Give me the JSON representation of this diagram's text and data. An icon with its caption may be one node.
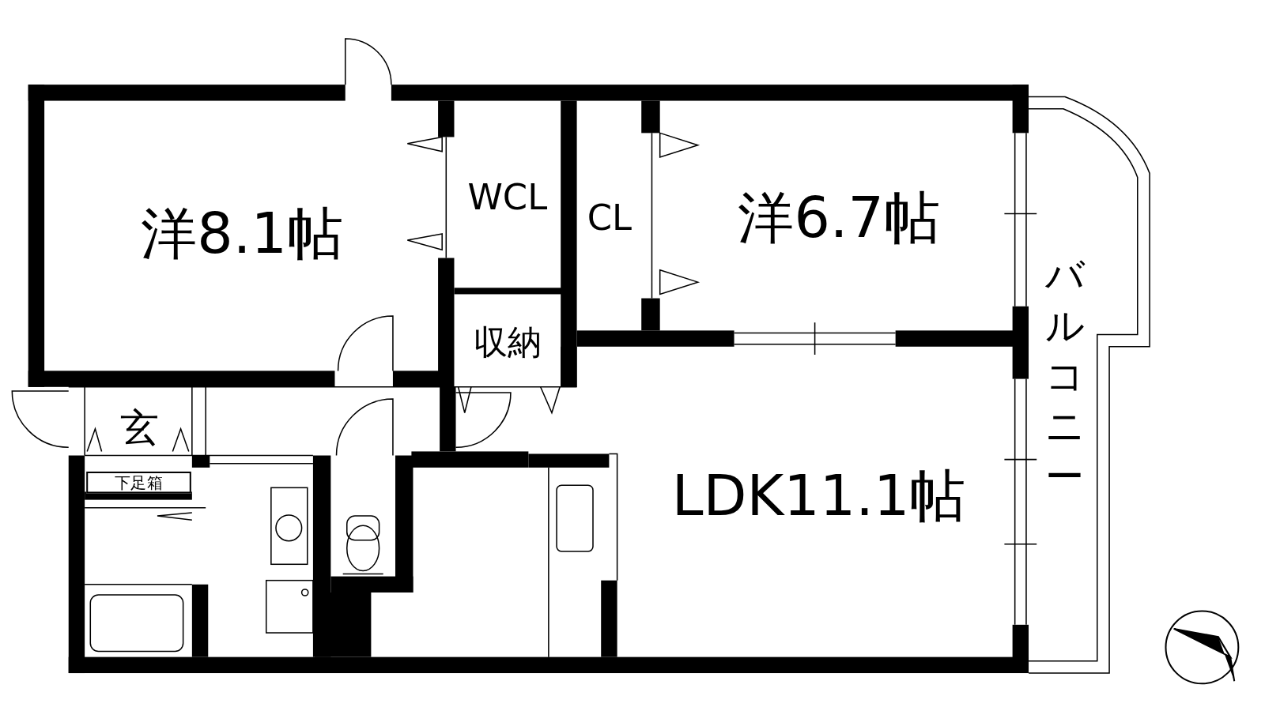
{
  "diagram": {
    "nodes": [
      {
        "text": [
          "洋8.1帖"
        ]
      },
      {
        "text": [
          "WCL"
        ]
      },
      {
        "text": [
          "CL"
        ]
      },
      {
        "text": [
          "洋6.7帖"
        ]
      },
      {
        "text": [
          "収納"
        ]
      },
      {
        "text": [
          "玄"
        ]
      },
      {
        "text": [
          "下足箱"
        ]
      },
      {
        "text": [
          "LDK11.1帖"
        ]
      },
      {
        "text": [
          "バルコニー"
        ]
      }
    ]
  }
}
